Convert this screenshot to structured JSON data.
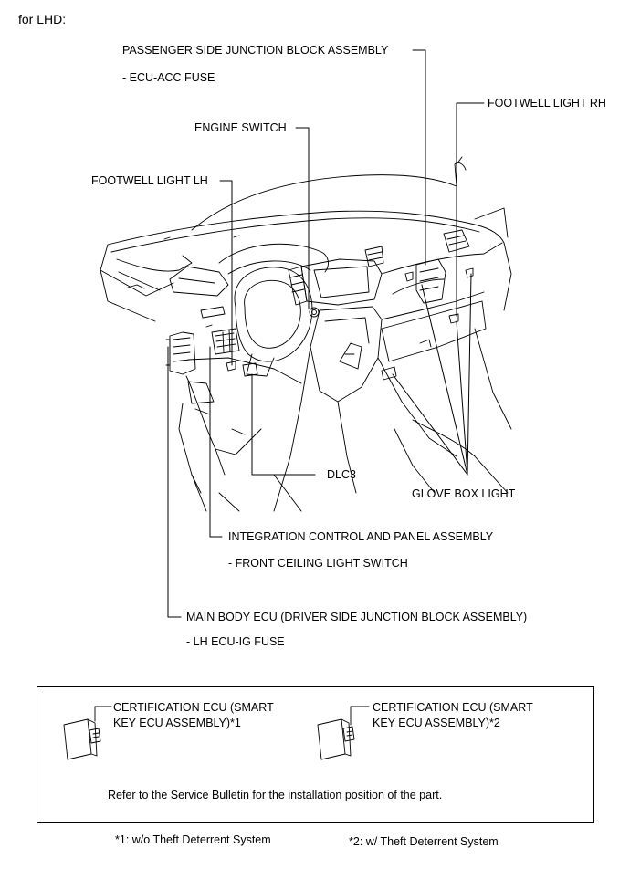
{
  "header": "for LHD:",
  "labels": {
    "passenger_jb": "PASSENGER SIDE JUNCTION BLOCK ASSEMBLY",
    "ecu_acc_fuse": "- ECU-ACC FUSE",
    "footwell_rh": "FOOTWELL LIGHT RH",
    "engine_switch": "ENGINE SWITCH",
    "footwell_lh": "FOOTWELL LIGHT LH",
    "dlc3": "DLC3",
    "glove_box_light": "GLOVE BOX LIGHT",
    "integration_control": "INTEGRATION CONTROL AND PANEL ASSEMBLY",
    "front_ceiling_switch": "-  FRONT CEILING LIGHT SWITCH",
    "main_body_ecu": "MAIN BODY ECU (DRIVER SIDE JUNCTION BLOCK ASSEMBLY)",
    "lh_ecu_ig_fuse": "- LH ECU-IG FUSE"
  },
  "note_box": {
    "cert_ecu_1_line1": "CERTIFICATION ECU (SMART",
    "cert_ecu_1_line2": "KEY ECU ASSEMBLY)*1",
    "cert_ecu_2_line1": "CERTIFICATION ECU (SMART",
    "cert_ecu_2_line2": "KEY ECU ASSEMBLY)*2",
    "refer_text": "Refer to the Service Bulletin for the installation position of the part."
  },
  "footnotes": {
    "note1": "*1: w/o Theft Deterrent System",
    "note2": "*2: w/ Theft Deterrent System"
  }
}
